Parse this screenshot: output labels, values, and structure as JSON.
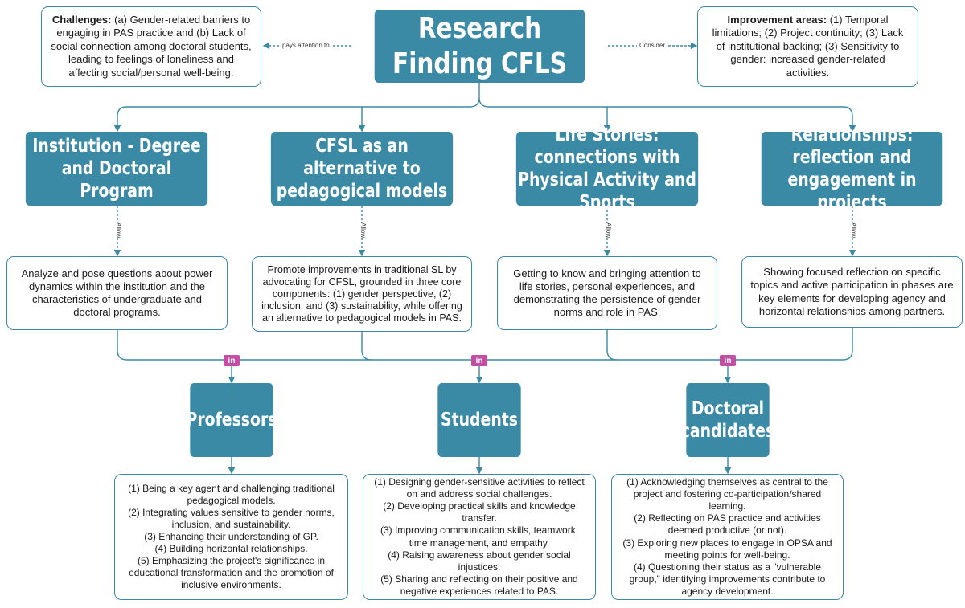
{
  "title": "Research Finding CFLS",
  "challenges": {
    "label": "Challenges:",
    "text": " (a) Gender-related barriers to engaging in PAS practice and (b) Lack of social connection among doctoral students, leading to feelings of loneliness and affecting social/personal well-being."
  },
  "improvement": {
    "label": "Improvement areas:",
    "text": " (1) Temporal limitations; (2) Project continuity; (3) Lack of institutional backing; (3) Sensitivity to gender: increased gender-related activities."
  },
  "links": {
    "pays_attention": "pays attention to",
    "consider": "Consider",
    "allow": "Allow",
    "in": "in"
  },
  "categories": [
    {
      "title_l1": "Institution - Degree and Doctoral",
      "title_l2": "Program",
      "desc": "Analyze and pose questions about power dynamics within the institution and the characteristics of undergraduate and doctoral programs."
    },
    {
      "title_l1": "CFSL as an alternative to",
      "title_l2": "pedagogical models",
      "desc": "Promote improvements in traditional SL by advocating for CFSL, grounded in three core components: (1) gender perspective, (2) inclusion, and (3) sustainability, while offering an alternative to pedagogical models in PAS."
    },
    {
      "title_l1": "Life Stories: connections with",
      "title_l2": "Physical Activity and Sports",
      "desc": "Getting to know and bringing attention to life stories, personal experiences, and demonstrating the persistence of gender norms and role in PAS."
    },
    {
      "title_l1": "Relationships: reflection and",
      "title_l2": "engagement in projects",
      "desc": "Showing focused reflection on specific topics and active participation in phases are key elements for developing agency and horizontal relationships among partners."
    }
  ],
  "groups": [
    {
      "title_l1": "Professors",
      "title_l2": "",
      "items": [
        "(1) Being a key agent and challenging traditional pedagogical models.",
        "(2) Integrating values sensitive to gender norms, inclusion, and sustainability.",
        "(3) Enhancing their understanding of GP.",
        "(4) Building horizontal relationships.",
        "(5) Emphasizing the project's significance in educational transformation and the promotion of inclusive environments."
      ]
    },
    {
      "title_l1": "Students",
      "title_l2": "",
      "items": [
        "(1) Designing gender-sensitive activities to reflect on and address social challenges.",
        "(2) Developing practical skills and knowledge transfer.",
        "(3) Improving communication skills, teamwork, time management, and empathy.",
        "(4) Raising awareness about gender social injustices.",
        "(5) Sharing and reflecting on their positive and negative experiences related to PAS."
      ]
    },
    {
      "title_l1": "Doctoral",
      "title_l2": "candidates",
      "items": [
        "(1) Acknowledging themselves as central to the project and fostering co-participation/shared learning.",
        "(2) Reflecting on PAS practice and activities deemed productive (or not).",
        "(3) Exploring new places to engage in OPSA and meeting points for well-being.",
        "(4) Questioning their status as a \"vulnerable group,\" identifying improvements contribute to agency development."
      ]
    }
  ],
  "colors": {
    "teal": "#3a8aa6",
    "badge": "#c24fa4"
  }
}
